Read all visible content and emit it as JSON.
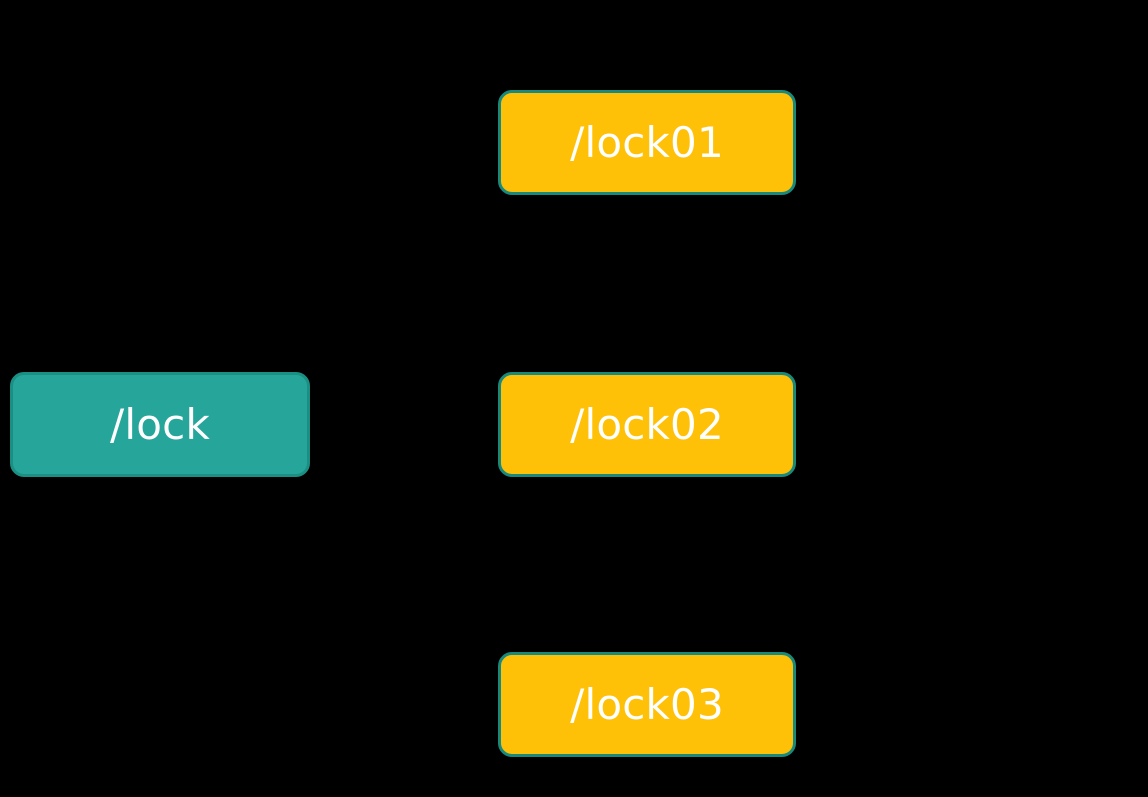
{
  "diagram": {
    "background_color": "#000000",
    "type": "flowchart",
    "orientation": "left-to-right",
    "nodes": [
      {
        "id": "root",
        "label": "/lock",
        "role": "root",
        "fill_color": "#26a69a",
        "border_color": "#1c8f84",
        "text_color": "#ffffff"
      },
      {
        "id": "child1",
        "label": "/lock01",
        "role": "child",
        "fill_color": "#ffc107",
        "border_color": "#17897d",
        "text_color": "#ffffff"
      },
      {
        "id": "child2",
        "label": "/lock02",
        "role": "child",
        "fill_color": "#ffc107",
        "border_color": "#17897d",
        "text_color": "#ffffff"
      },
      {
        "id": "child3",
        "label": "/lock03",
        "role": "child",
        "fill_color": "#ffc107",
        "border_color": "#17897d",
        "text_color": "#ffffff"
      }
    ],
    "edges": [
      {
        "from": "root",
        "to": "child1",
        "color": "#000000",
        "arrow": "arrowhead-icon"
      },
      {
        "from": "root",
        "to": "child2",
        "color": "#000000",
        "arrow": "arrowhead-icon"
      },
      {
        "from": "root",
        "to": "child3",
        "color": "#000000",
        "arrow": "arrowhead-icon"
      }
    ]
  }
}
